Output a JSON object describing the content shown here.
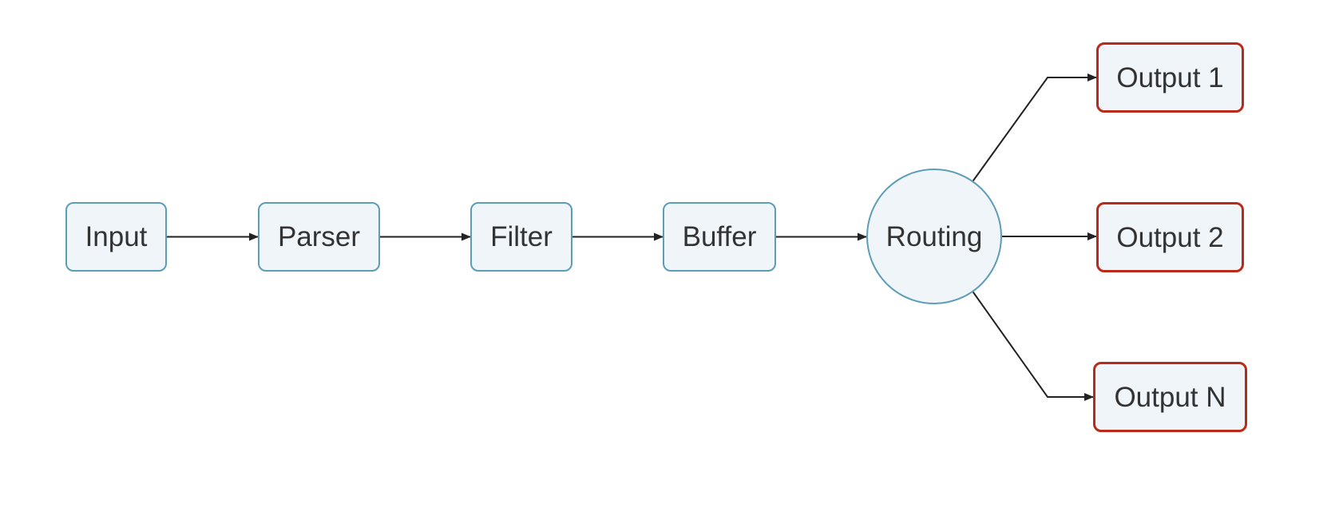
{
  "diagram": {
    "type": "flowchart",
    "colors": {
      "node_fill": "#f0f5f9",
      "node_border": "#5c9db8",
      "output_border": "#b92a1a",
      "edge": "#222222",
      "text": "#333333"
    },
    "nodes": [
      {
        "id": "input",
        "label": "Input",
        "shape": "rect",
        "style": "process"
      },
      {
        "id": "parser",
        "label": "Parser",
        "shape": "rect",
        "style": "process"
      },
      {
        "id": "filter",
        "label": "Filter",
        "shape": "rect",
        "style": "process"
      },
      {
        "id": "buffer",
        "label": "Buffer",
        "shape": "rect",
        "style": "process"
      },
      {
        "id": "routing",
        "label": "Routing",
        "shape": "circle",
        "style": "process"
      },
      {
        "id": "output1",
        "label": "Output 1",
        "shape": "rect",
        "style": "output"
      },
      {
        "id": "output2",
        "label": "Output 2",
        "shape": "rect",
        "style": "output"
      },
      {
        "id": "outputN",
        "label": "Output N",
        "shape": "rect",
        "style": "output"
      }
    ],
    "edges": [
      {
        "from": "input",
        "to": "parser"
      },
      {
        "from": "parser",
        "to": "filter"
      },
      {
        "from": "filter",
        "to": "buffer"
      },
      {
        "from": "buffer",
        "to": "routing"
      },
      {
        "from": "routing",
        "to": "output1"
      },
      {
        "from": "routing",
        "to": "output2"
      },
      {
        "from": "routing",
        "to": "outputN"
      }
    ]
  }
}
